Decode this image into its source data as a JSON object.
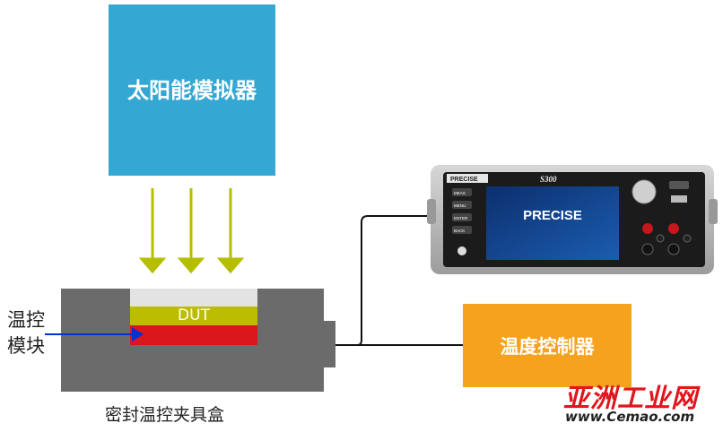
{
  "simulator": {
    "label": "太阳能模拟器"
  },
  "fixture": {
    "label": "密封温控夹具盒",
    "dut_label": "DUT"
  },
  "temp_module": {
    "label_line1": "温控",
    "label_line2": "模块"
  },
  "controller": {
    "label": "温度控制器"
  },
  "meter": {
    "brand": "PRECISE",
    "model": "S300",
    "screen_brand": "PRECISE",
    "buttons": [
      "MEAS",
      "MENU",
      "ENTER",
      "BACK"
    ]
  },
  "watermark": {
    "main": "亚洲工业网",
    "url": "www.Cemao.com"
  },
  "colors": {
    "simulator": "#35a7d3",
    "fixture": "#6b6b6b",
    "dut_top": "#e3e3e3",
    "dut_mid": "#bcbc00",
    "dut_bottom": "#d9171d",
    "controller": "#f5a21f",
    "arrows": "#b5bf00",
    "pointer": "#0033cc"
  }
}
